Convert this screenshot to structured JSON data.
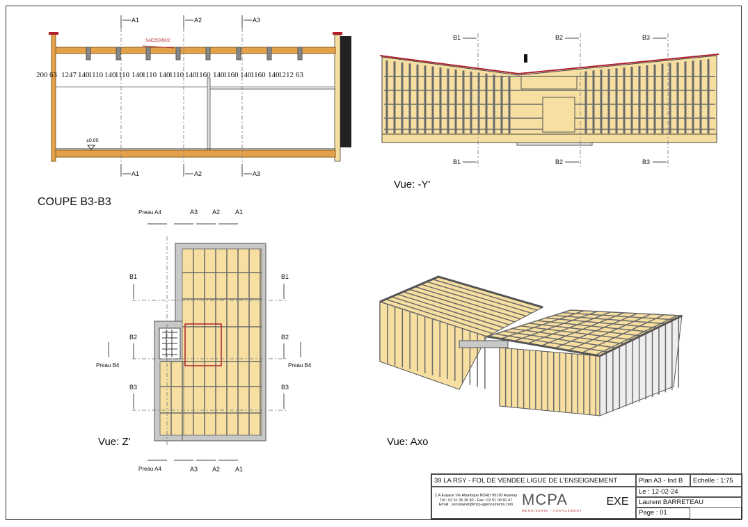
{
  "views": {
    "section": {
      "title": "COUPE B3-B3",
      "annotation": "SAE250/50/2",
      "level": "±0.00",
      "dims": [
        "200",
        "63",
        "1247",
        "140",
        "1110",
        "140",
        "1110",
        "140",
        "1110",
        "140",
        "1110",
        "140",
        "1160",
        "140",
        "1160",
        "140",
        "1160",
        "140",
        "1212",
        "63"
      ],
      "markers": [
        "A1",
        "A2",
        "A3"
      ]
    },
    "elevation": {
      "title": "Vue: -Y'",
      "markers": [
        "B1",
        "B2",
        "B3"
      ]
    },
    "plan": {
      "title": "Vue: Z'",
      "top_markers": [
        "Preau A4",
        "A3",
        "A2",
        "A1"
      ],
      "side_markers": [
        "B1",
        "B2",
        "B3"
      ],
      "preau_b4": "Preau B4"
    },
    "axo": {
      "title": "Vue: Axo"
    }
  },
  "title_block": {
    "project": "39   LA RSY - FOL DE VENDEE LIGUE DE L'ENSEIGNEMENT",
    "plan": "Plan A3 - Ind B",
    "scale": "Echelle :  1:75",
    "date": "Le : 12-02-24",
    "author": "Laurent BARRETEAU",
    "page": "Page : 01",
    "status": "EXE",
    "company": "MCPA",
    "company_sub": "MENUISERIE - AGENCEMENT",
    "address1": "Z.A Espace Vie Atlantique NORD 85190 Aizenay",
    "address2": "Tél.: 02 51 05 36 82 - Fax : 02 51 09 60 47",
    "address3": "Email : secretariat@mcp-agencements.com"
  },
  "colors": {
    "timber": "#f6dfa0",
    "beam": "#e3a24a",
    "roof_edge": "#b0202a",
    "frame": "#6a6a6a",
    "cladding": "#eeeeee"
  }
}
